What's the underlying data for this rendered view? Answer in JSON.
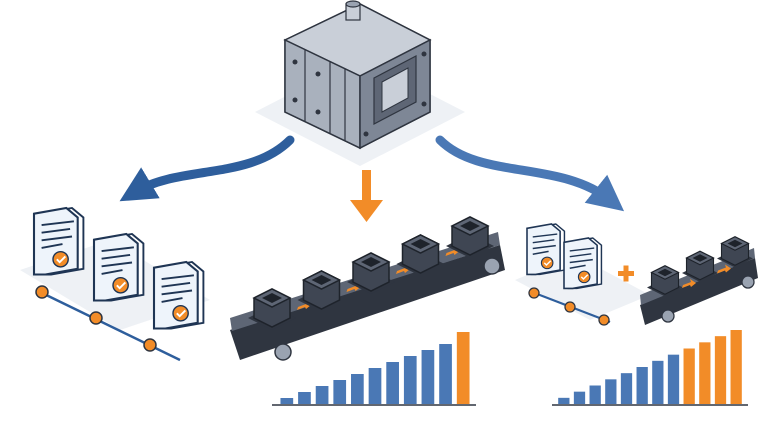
{
  "colors": {
    "accent_orange": "#F28C28",
    "primary_blue": "#2E5E9C",
    "bar_blue": "#4A78B5",
    "steel_light": "#C9CFD8",
    "steel_mid": "#9AA3B1",
    "steel_dark": "#5E6675",
    "belt_dark": "#2F3540",
    "doc_fill": "#EEF4FB",
    "doc_outline": "#1F3554"
  },
  "diagram": {
    "source": {
      "icon": "injection-mold-icon"
    },
    "left_path": {
      "arrow_color": "primary_blue",
      "documents": [
        {
          "icon": "document-check-icon"
        },
        {
          "icon": "document-check-icon"
        },
        {
          "icon": "document-check-icon"
        }
      ]
    },
    "center_path": {
      "arrow_color": "accent_orange",
      "conveyor_icon": "conveyor-belt-icon",
      "parts_on_belt": 5,
      "bar_chart": {
        "values": [
          1,
          2,
          3,
          4,
          5,
          6,
          7,
          8,
          9,
          10,
          12
        ],
        "highlight_last": 1
      }
    },
    "right_path": {
      "arrow_color": "primary_blue",
      "documents": [
        {
          "icon": "document-check-icon"
        },
        {
          "icon": "document-check-icon"
        }
      ],
      "plus_icon": "plus-icon",
      "conveyor_icon": "conveyor-belt-icon",
      "parts_on_belt": 3,
      "bar_chart": {
        "values": [
          1,
          2,
          3,
          4,
          5,
          6,
          7,
          8,
          9,
          10,
          11,
          12
        ],
        "highlight_last": 4
      }
    }
  }
}
